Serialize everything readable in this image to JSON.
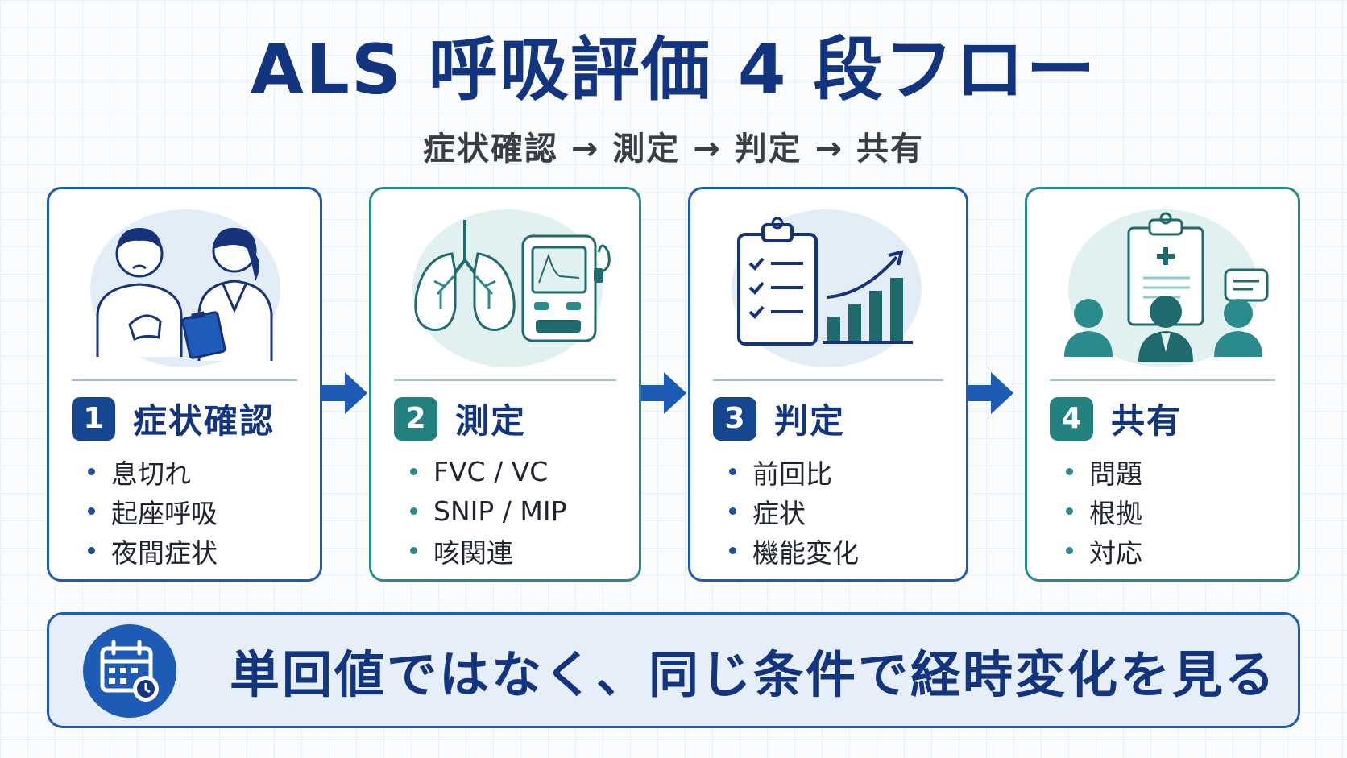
{
  "title": "ALS 呼吸評価 4 段フロー",
  "subtitle": "症状確認 → 測定 → 判定 → 共有",
  "steps": [
    {
      "number": "1",
      "title": "症状確認",
      "items": [
        "息切れ",
        "起座呼吸",
        "夜間症状"
      ],
      "accent": "#15468f",
      "icon": "patient-and-doctor-icon"
    },
    {
      "number": "2",
      "title": "測定",
      "items": [
        "FVC / VC",
        "SNIP / MIP",
        "咳関連"
      ],
      "accent": "#22807f",
      "icon": "lungs-and-spirometer-icon"
    },
    {
      "number": "3",
      "title": "判定",
      "items": [
        "前回比",
        "症状",
        "機能変化"
      ],
      "accent": "#15468f",
      "icon": "checklist-and-trend-icon"
    },
    {
      "number": "4",
      "title": "共有",
      "items": [
        "問題",
        "根拠",
        "対応"
      ],
      "accent": "#22807f",
      "icon": "team-sharing-icon"
    }
  ],
  "banner": {
    "text": "単回値ではなく、同じ条件で経時変化を見る",
    "icon": "calendar-clock-icon"
  },
  "colors": {
    "navy": "#13357f",
    "blue": "#1e5bb5",
    "teal": "#2a8a8c"
  }
}
